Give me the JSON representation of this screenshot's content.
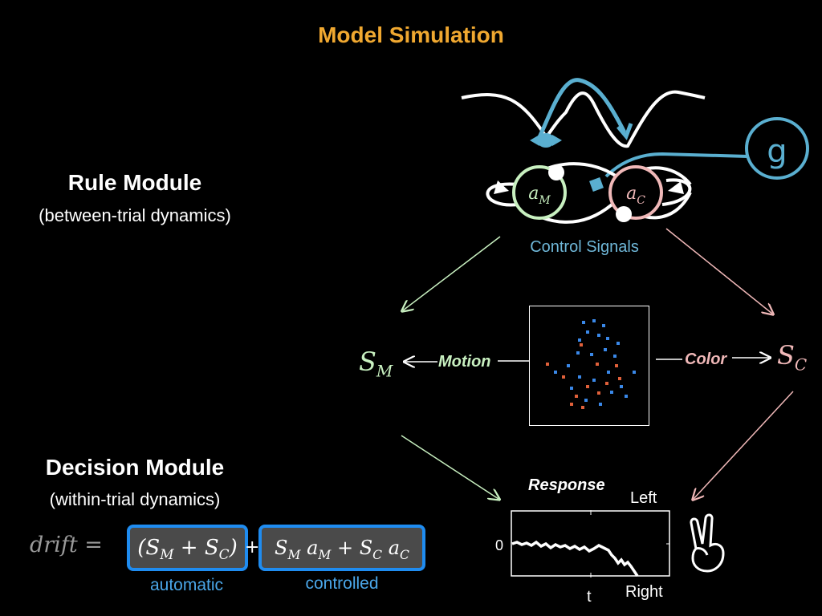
{
  "title": "Model Simulation",
  "rule_module": {
    "heading": "Rule Module",
    "subtitle": "(between-trial dynamics)"
  },
  "decision_module": {
    "heading": "Decision Module",
    "subtitle": "(within-trial dynamics)"
  },
  "equation": {
    "lhs": "drift =",
    "automatic_term": "(S_M + S_C)",
    "plus": "+",
    "controlled_term": "S_M a_M + S_C a_C",
    "automatic_label": "automatic",
    "controlled_label": "controlled"
  },
  "network": {
    "node_motion": "a_M",
    "node_color": "a_C",
    "goal_label": "g",
    "control_signals_label": "Control Signals"
  },
  "stimulus": {
    "motion_label": "Motion",
    "color_label": "Color",
    "s_motion": "S_M",
    "s_color": "S_C"
  },
  "response_plot": {
    "title": "Response",
    "left_label": "Left",
    "right_label": "Right",
    "zero_label": "0",
    "time_label": "t"
  },
  "colors": {
    "title": "#f0a830",
    "motion_green": "#c8f0c0",
    "color_pink": "#f0b8b8",
    "control_blue": "#5aafd0",
    "eq_box_blue": "#1f8cf0",
    "dot_blue": "#3a88e8",
    "dot_red": "#e0603a"
  },
  "icons": [
    "hand-two-fingers-icon"
  ]
}
